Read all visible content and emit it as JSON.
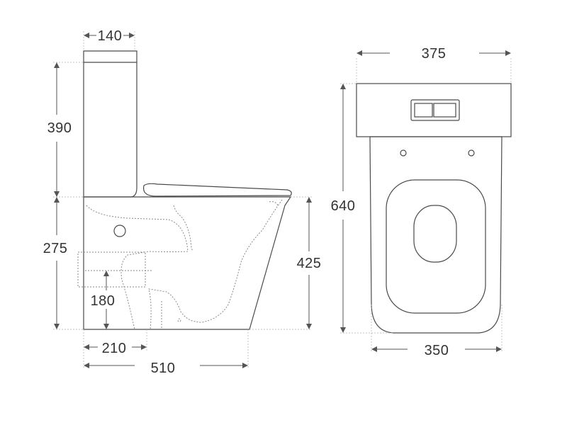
{
  "dimensions": {
    "tank_depth": "140",
    "tank_height": "390",
    "bowl_height": "275",
    "outlet_height": "180",
    "outlet_distance": "210",
    "overall_depth": "510",
    "seat_height": "425",
    "overall_width": "375",
    "overall_height": "640",
    "bowl_width": "350"
  },
  "colors": {
    "line": "#4a4a4a",
    "hidden_line": "#8a8a8a",
    "dimension_text": "#333333",
    "background": "#ffffff"
  }
}
